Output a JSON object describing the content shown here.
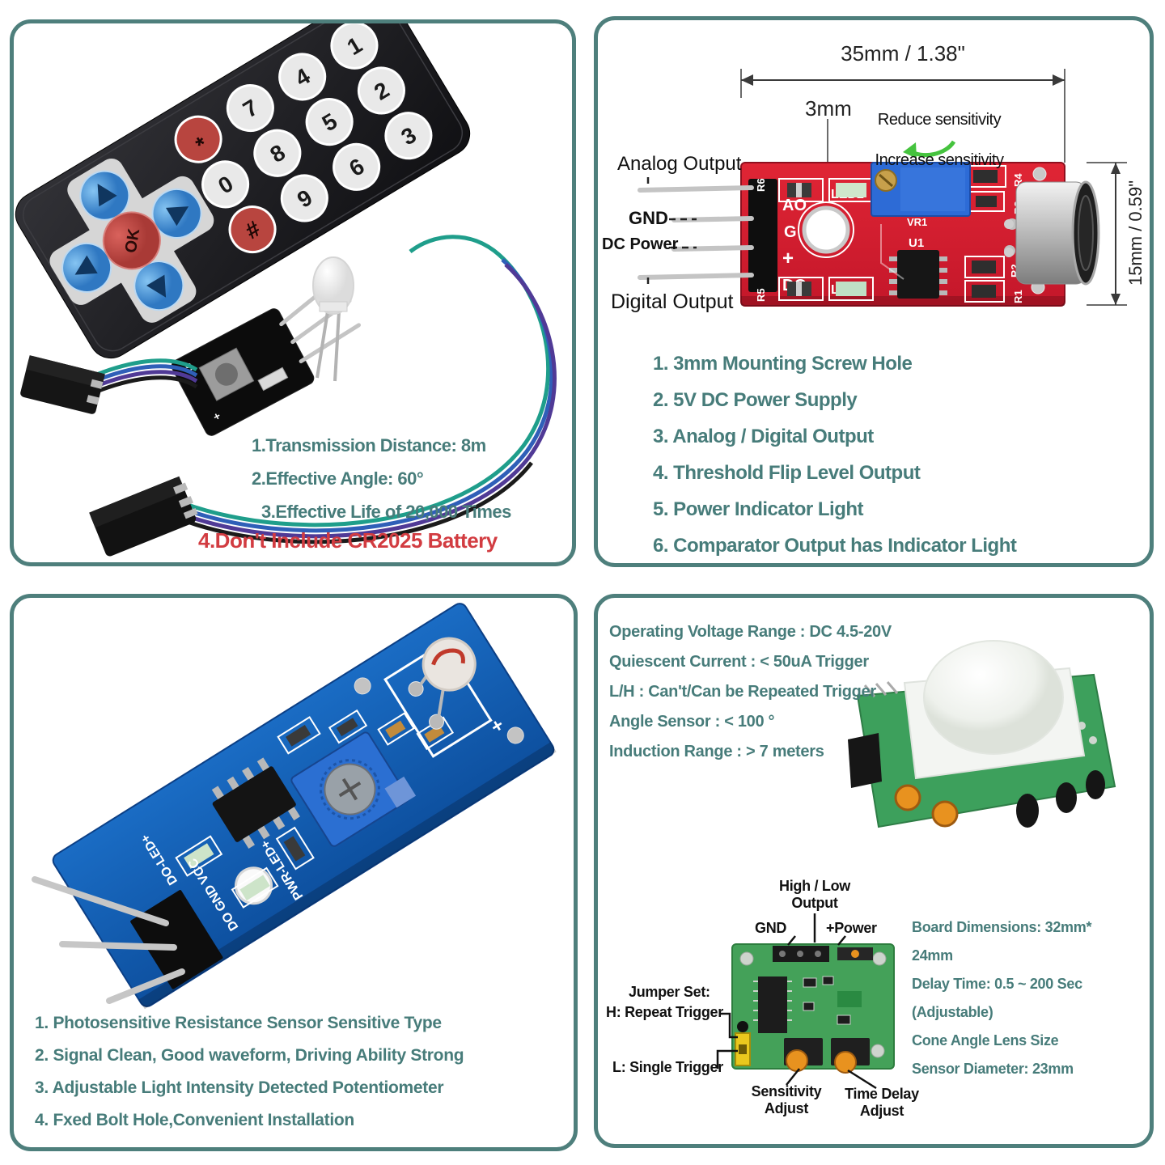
{
  "colors": {
    "frame": "#4E7F7C",
    "teal_text": "#477C7A",
    "red_text": "#D23C41",
    "pcb_red": "#D91F2E",
    "pcb_blue": "#1161B4",
    "pcb_green": "#3DA05C",
    "arrow_green": "#45C33E",
    "pot_blue": "#2D6BD6",
    "orange": "#E8921F"
  },
  "ir_panel": {
    "features": [
      "1.Transmission Distance:  8m",
      "2.Effective Angle:  60°",
      "3.Effective Life of 20,000 Times"
    ],
    "warning": "4.Don't Include CR2025 Battery",
    "keys": [
      "1",
      "2",
      "3",
      "4",
      "5",
      "6",
      "7",
      "8",
      "9",
      "*",
      "0",
      "#"
    ],
    "ok": "OK"
  },
  "sound_panel": {
    "dim_width": "35mm / 1.38\"",
    "hole_dim": "3mm",
    "reduce": "Reduce sensitivity",
    "increase": "Increase sensitivity",
    "dim_height": "15mm / 0.59\"",
    "pins": [
      "Analog Output",
      "GND",
      "DC Power",
      "Digital Output"
    ],
    "silk": {
      "ao": "AO",
      "g": "G",
      "plus": "+",
      "do": "DO",
      "led2": "LED2",
      "led1": "LED1",
      "vr1": "VR1",
      "u1": "U1",
      "r6": "R6",
      "r5": "R5",
      "r4": "R4",
      "r3": "R3",
      "r2": "R2",
      "r1": "R1"
    },
    "features": [
      "1. 3mm Mounting Screw Hole",
      "2. 5V DC Power Supply",
      "3. Analog / Digital Output",
      "4. Threshold Flip Level Output",
      "5. Power Indicator Light",
      "6. Comparator Output has Indicator Light"
    ]
  },
  "photo_panel": {
    "features": [
      "1. Photosensitive Resistance Sensor Sensitive Type",
      "2. Signal Clean, Good waveform, Driving Ability Strong",
      "3. Adjustable Light Intensity Detected Potentiometer",
      "4. Fxed Bolt Hole,Convenient Installation"
    ],
    "silk": {
      "do_led": "DO-LED+",
      "pins": "DO GND VCC",
      "pwr_led": "PWR-LED+"
    }
  },
  "pir_panel": {
    "specs": [
      "Operating Voltage Range :  DC 4.5-20V",
      "Quiescent Current :  < 50uA Trigger",
      "L/H : Can't/Can be Repeated Trigger",
      "Angle Sensor : < 100 °",
      "Induction Range : > 7 meters"
    ],
    "callouts": {
      "output": "High / Low\nOutput",
      "gnd": "GND",
      "power": "+Power",
      "jumper": "Jumper Set:",
      "h": "H: Repeat Trigger",
      "l": "L: Single Trigger",
      "sens": "Sensitivity\nAdjust",
      "delay": "Time Delay\nAdjust"
    },
    "board_specs": [
      "Board Dimensions:  32mm*",
      "24mm",
      "Delay Time:   0.5 ~ 200 Sec",
      "(Adjustable)",
      "Cone Angle Lens Size",
      "Sensor Diameter:  23mm"
    ]
  }
}
